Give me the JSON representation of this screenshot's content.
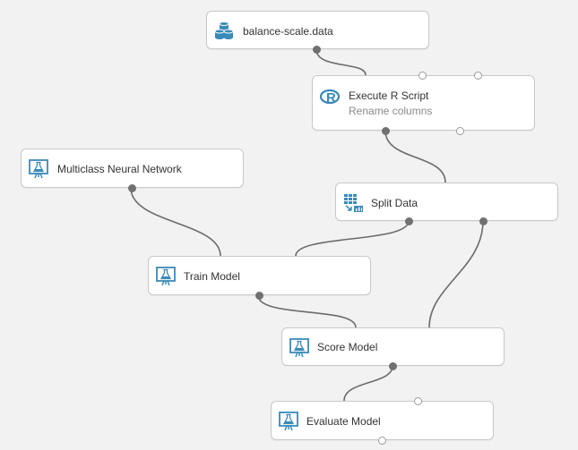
{
  "modules": {
    "dataset": {
      "title": "balance-scale.data",
      "icon": "dataset-icon"
    },
    "r_script": {
      "title": "Execute R Script",
      "subtitle": "Rename columns",
      "icon": "r-script-icon"
    },
    "neural_net": {
      "title": "Multiclass Neural Network",
      "icon": "flask-monitor-icon"
    },
    "split": {
      "title": "Split Data",
      "icon": "split-grid-icon"
    },
    "train": {
      "title": "Train Model",
      "icon": "flask-monitor-icon"
    },
    "score": {
      "title": "Score Model",
      "icon": "flask-monitor-icon"
    },
    "evaluate": {
      "title": "Evaluate Model",
      "icon": "flask-monitor-icon"
    }
  },
  "colors": {
    "icon": "#3a8ab8",
    "connector": "#6b6b6b",
    "canvas": "#f2f2f2"
  }
}
